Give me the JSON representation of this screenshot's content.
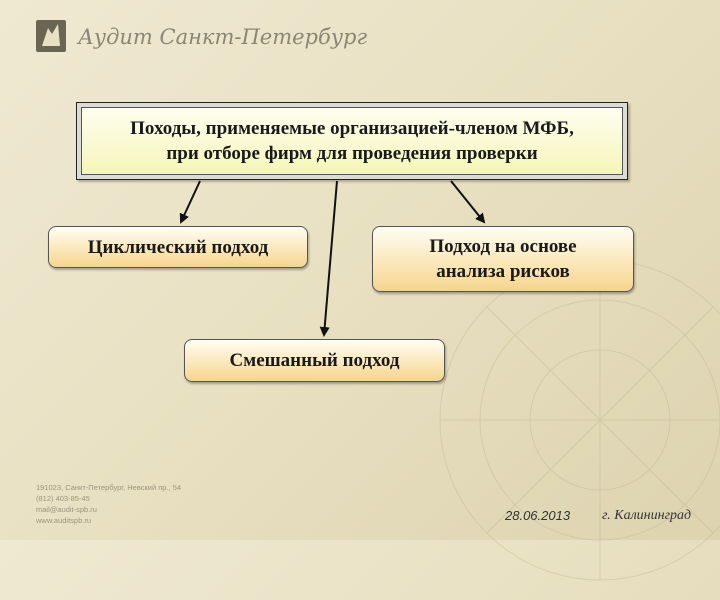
{
  "header": {
    "logo_icon": "audit-logo-icon",
    "title": "Аудит Санкт-Петербург"
  },
  "diagram": {
    "main": {
      "line1": "Походы, применяемые организацией-членом МФБ,",
      "line2": "при отборе фирм для проведения проверки"
    },
    "approaches": {
      "cyclic": "Циклический подход",
      "risk_line1": "Подход на основе",
      "risk_line2": "анализа рисков",
      "mixed": "Смешанный подход"
    }
  },
  "contact": {
    "address": "191023, Санкт-Петербург, Невский пр., 54",
    "phone": "(812) 403-85-45",
    "email": "mail@audit-spb.ru",
    "website": "www.auditspb.ru"
  },
  "footer": {
    "date": "28.06.2013",
    "city": "г. Калининград"
  },
  "colors": {
    "background": "#ece5cb",
    "main_box_fill": "#f4f5b6",
    "sub_box_fill": "#f6d48f"
  }
}
